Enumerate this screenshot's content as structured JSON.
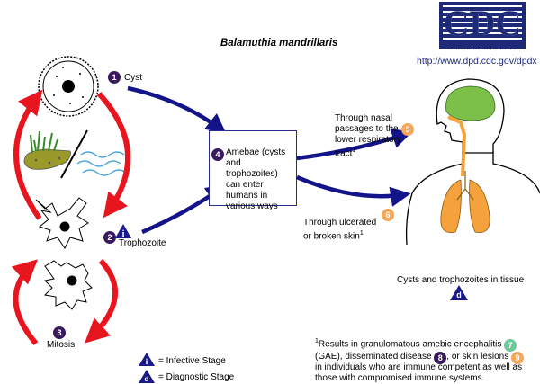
{
  "title": "Balamuthia mandrillaris",
  "logo": {
    "letters": "CDC",
    "tagline": "SAFER · HEALTHIER · PEOPLE™",
    "url": "http://www.dpd.cdc.gov/dpdx"
  },
  "stages": [
    {
      "num": "1",
      "label": "Cyst"
    },
    {
      "num": "2",
      "label": "Trophozoite"
    },
    {
      "num": "3",
      "label": "Mitosis"
    }
  ],
  "box": {
    "num": "4",
    "text": "Amebae (cysts and trophozoites) can enter humans in various ways"
  },
  "routes": {
    "nasal": {
      "num": "5",
      "lines": [
        "Through nasal",
        "passages to the",
        "lower respiratory",
        "tract"
      ],
      "sup": "1"
    },
    "skin": {
      "num": "6",
      "lines": [
        "Through ulcerated",
        "or broken skin"
      ],
      "sup": "1"
    }
  },
  "tissue_label": "Cysts and trophozoites in tissue",
  "legend": {
    "infective": {
      "symbol": "i",
      "text": "= Infective Stage"
    },
    "diagnostic": {
      "symbol": "d",
      "text": "= Diagnostic Stage"
    }
  },
  "footnote": {
    "sup": "1",
    "line1": "Results in granulomatous amebic encephalitis",
    "num7": "7",
    "line2a": "(GAE), disseminated disease",
    "num8": "8",
    "line2b": ", or skin lesions",
    "num9": "9",
    "line3": "in individuals who are immune competent as well as",
    "line4": "those with compromised immune systems."
  },
  "colors": {
    "arrow_blue": "#14148a",
    "arrow_red": "#e8141e",
    "dark_badge": "#3a1a5e",
    "orange_badge": "#f5a75a",
    "green_badge": "#6fc79a",
    "lung_orange": "#f5a23c",
    "brain_green": "#7cc04a"
  }
}
